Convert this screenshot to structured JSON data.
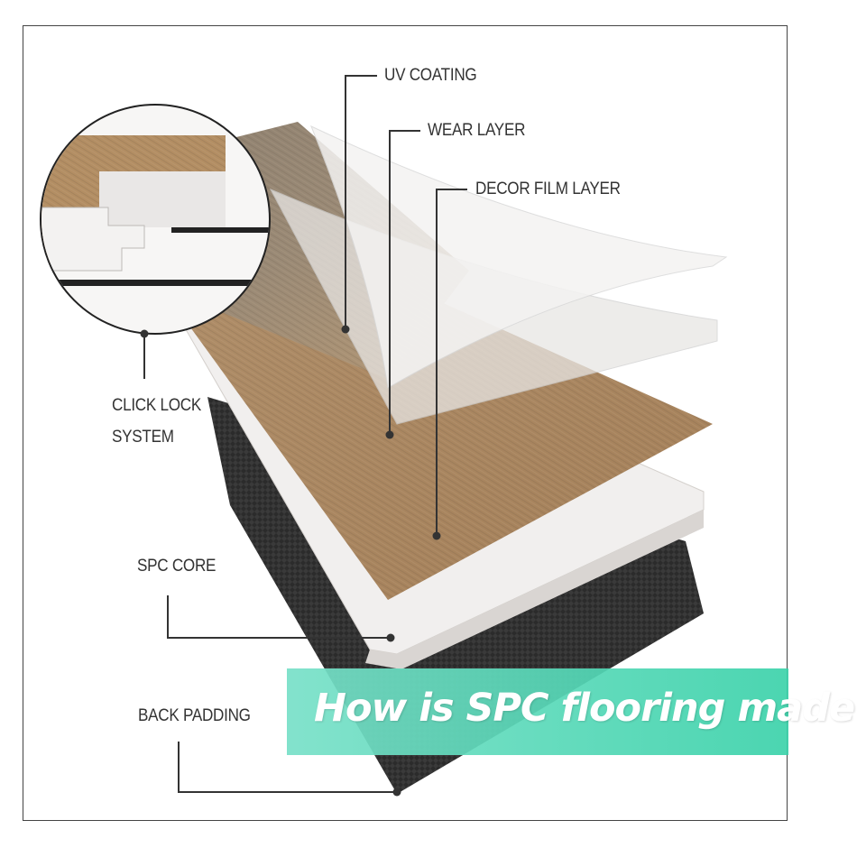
{
  "labels": {
    "uv_coating": "UV COATING",
    "wear_layer": "WEAR LAYER",
    "decor_film_layer": "DECOR FILM LAYER",
    "click_lock_line1": "CLICK LOCK",
    "click_lock_line2": "SYSTEM",
    "spc_core": "SPC CORE",
    "back_padding": "BACK PADDING"
  },
  "banner": {
    "text": "How is SPC flooring made",
    "color": "#4fd9b4"
  },
  "colors": {
    "wood_dark": "#8a7a68",
    "wood_light": "#a88a66",
    "core": "#eeeceb",
    "backing": "#2a2a2a",
    "leader_lines": "#333333"
  }
}
